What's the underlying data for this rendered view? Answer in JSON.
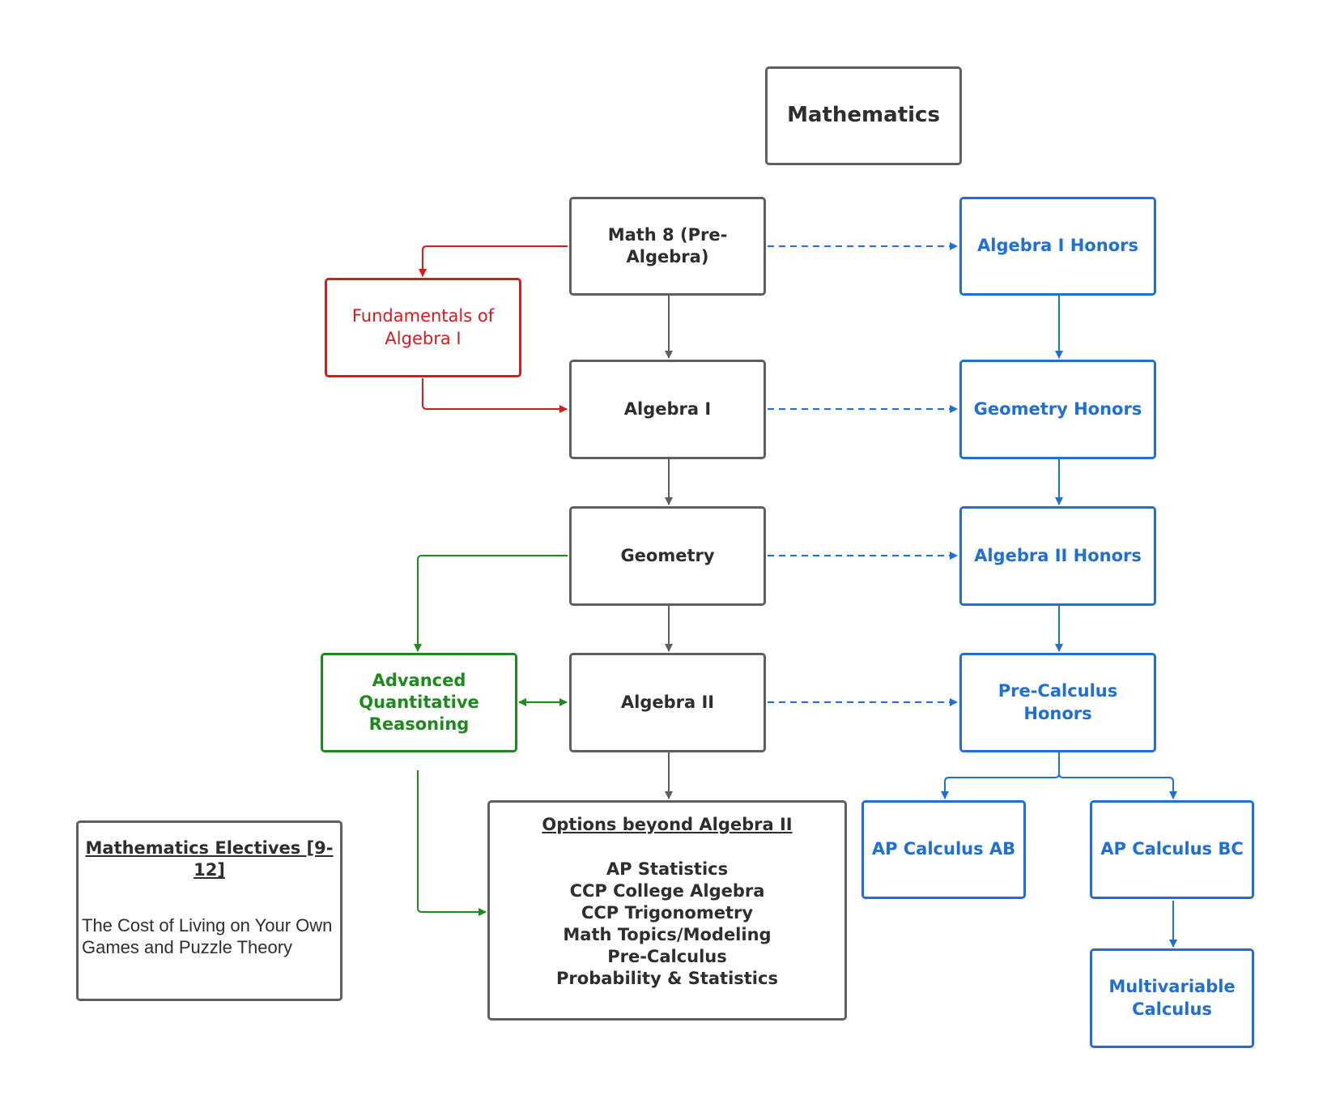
{
  "title": "Mathematics",
  "colors": {
    "standard": "#5f5f5f",
    "support": "#d71a1a",
    "alternate": "#1e8a1e",
    "honors": "#1f6fd6"
  },
  "standard": {
    "math8": "Math 8 (Pre-Algebra)",
    "algebra1": "Algebra I",
    "geometry": "Geometry",
    "algebra2": "Algebra II"
  },
  "support": {
    "fundamentals": [
      "Fundamentals of",
      "Algebra I"
    ]
  },
  "alternate": {
    "aqr": [
      "Advanced",
      "Quantitative",
      "Reasoning"
    ]
  },
  "honors": {
    "algebra1": "Algebra I Honors",
    "geometry": "Geometry Honors",
    "algebra2": "Algebra II Honors",
    "precalc": "Pre-Calculus Honors",
    "calc_ab": "AP Calculus AB",
    "calc_bc": "AP Calculus BC",
    "multivariable": [
      "Multivariable",
      "Calculus"
    ]
  },
  "options": {
    "heading": "Options beyond Algebra II",
    "items": [
      "AP Statistics",
      "CCP College Algebra",
      "CCP Trigonometry",
      "Math Topics/Modeling",
      "Pre-Calculus",
      "Probability & Statistics"
    ]
  },
  "electives": {
    "heading": "Mathematics Electives [9-12]",
    "items": [
      "The Cost of Living on Your Own",
      "Games and Puzzle Theory"
    ]
  }
}
